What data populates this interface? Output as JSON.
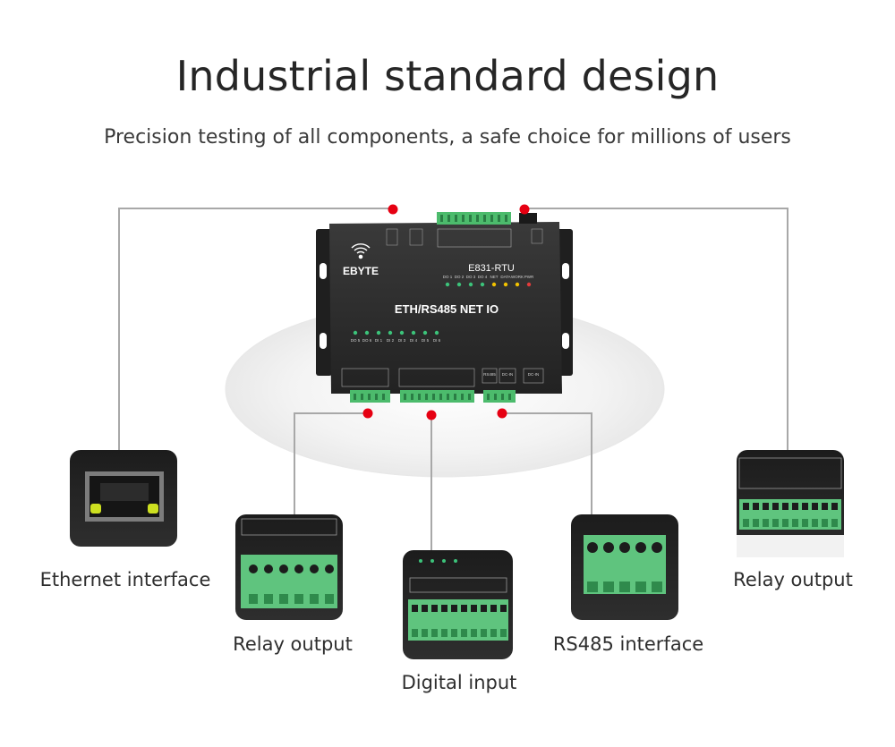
{
  "header": {
    "title": "Industrial standard design",
    "subtitle": "Precision testing of all components, a safe choice for millions of users"
  },
  "device": {
    "brand": "EBYTE",
    "model": "E831-RTU",
    "panel_title": "ETH/RS485 NET IO",
    "top_leds": [
      "DO 1",
      "DO 2",
      "DO 3",
      "DO 4",
      "NET",
      "DATA",
      "WORK",
      "PWR"
    ],
    "bottom_leds": [
      "DO 5",
      "DO 6",
      "DI 1",
      "DI 2",
      "DI 3",
      "DI 4",
      "DI 5",
      "DI 6"
    ],
    "port_labels": [
      "RS485",
      "DC-IN",
      "DC-IN"
    ]
  },
  "callouts": [
    {
      "label": "Ethernet interface"
    },
    {
      "label": "Relay output"
    },
    {
      "label": "Digital input"
    },
    {
      "label": "RS485 interface"
    },
    {
      "label": "Relay output"
    }
  ],
  "colors": {
    "accent_dot": "#e60012",
    "terminal_green": "#58c47a",
    "device_body": "#2b2b2b",
    "led_green": "#3cc37a",
    "led_yellow": "#f2c200",
    "led_red": "#e23b3b"
  }
}
